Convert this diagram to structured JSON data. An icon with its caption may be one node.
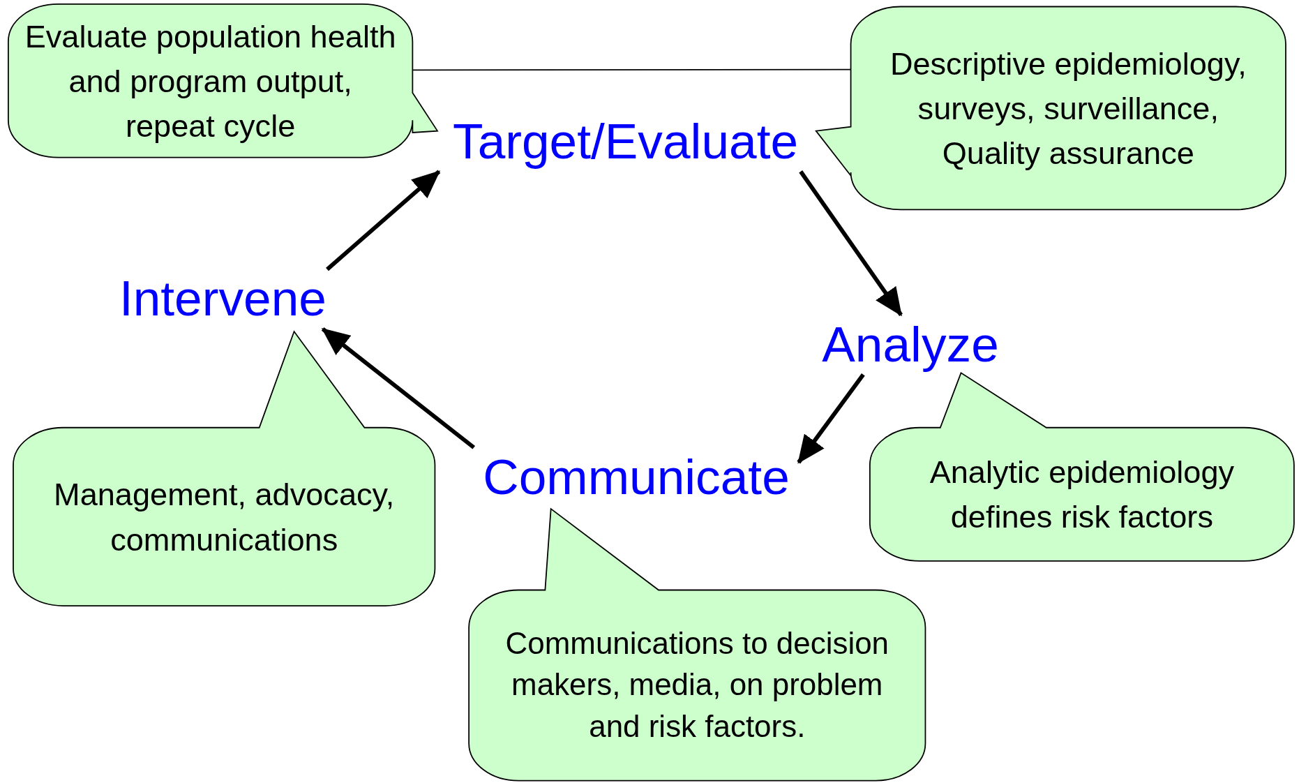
{
  "diagram": {
    "nodes": [
      {
        "text": [
          "Evaluate population health and program output, repeat cycle"
        ]
      },
      {
        "text": [
          "Target/Evaluate"
        ]
      },
      {
        "text": [
          "Descriptive epidemiology, surveys, surveillance, Quality assurance"
        ]
      },
      {
        "text": [
          "Intervene"
        ]
      },
      {
        "text": [
          "Analyze"
        ]
      },
      {
        "text": [
          "Analytic epidemiology defines risk factors"
        ]
      },
      {
        "text": [
          "Communicate"
        ]
      },
      {
        "text": [
          "Management, advocacy, communications"
        ]
      },
      {
        "text": [
          "Communications to decision makers, media, on problem and risk factors."
        ]
      }
    ],
    "edges": [
      {
        "from": 0,
        "to": 2,
        "arrow": "none"
      },
      {
        "from": 1,
        "to": 4,
        "arrow": "to"
      },
      {
        "from": 4,
        "to": 6,
        "arrow": "to"
      },
      {
        "from": 6,
        "to": 3,
        "arrow": "to"
      },
      {
        "from": 3,
        "to": 1,
        "arrow": "to"
      }
    ]
  }
}
